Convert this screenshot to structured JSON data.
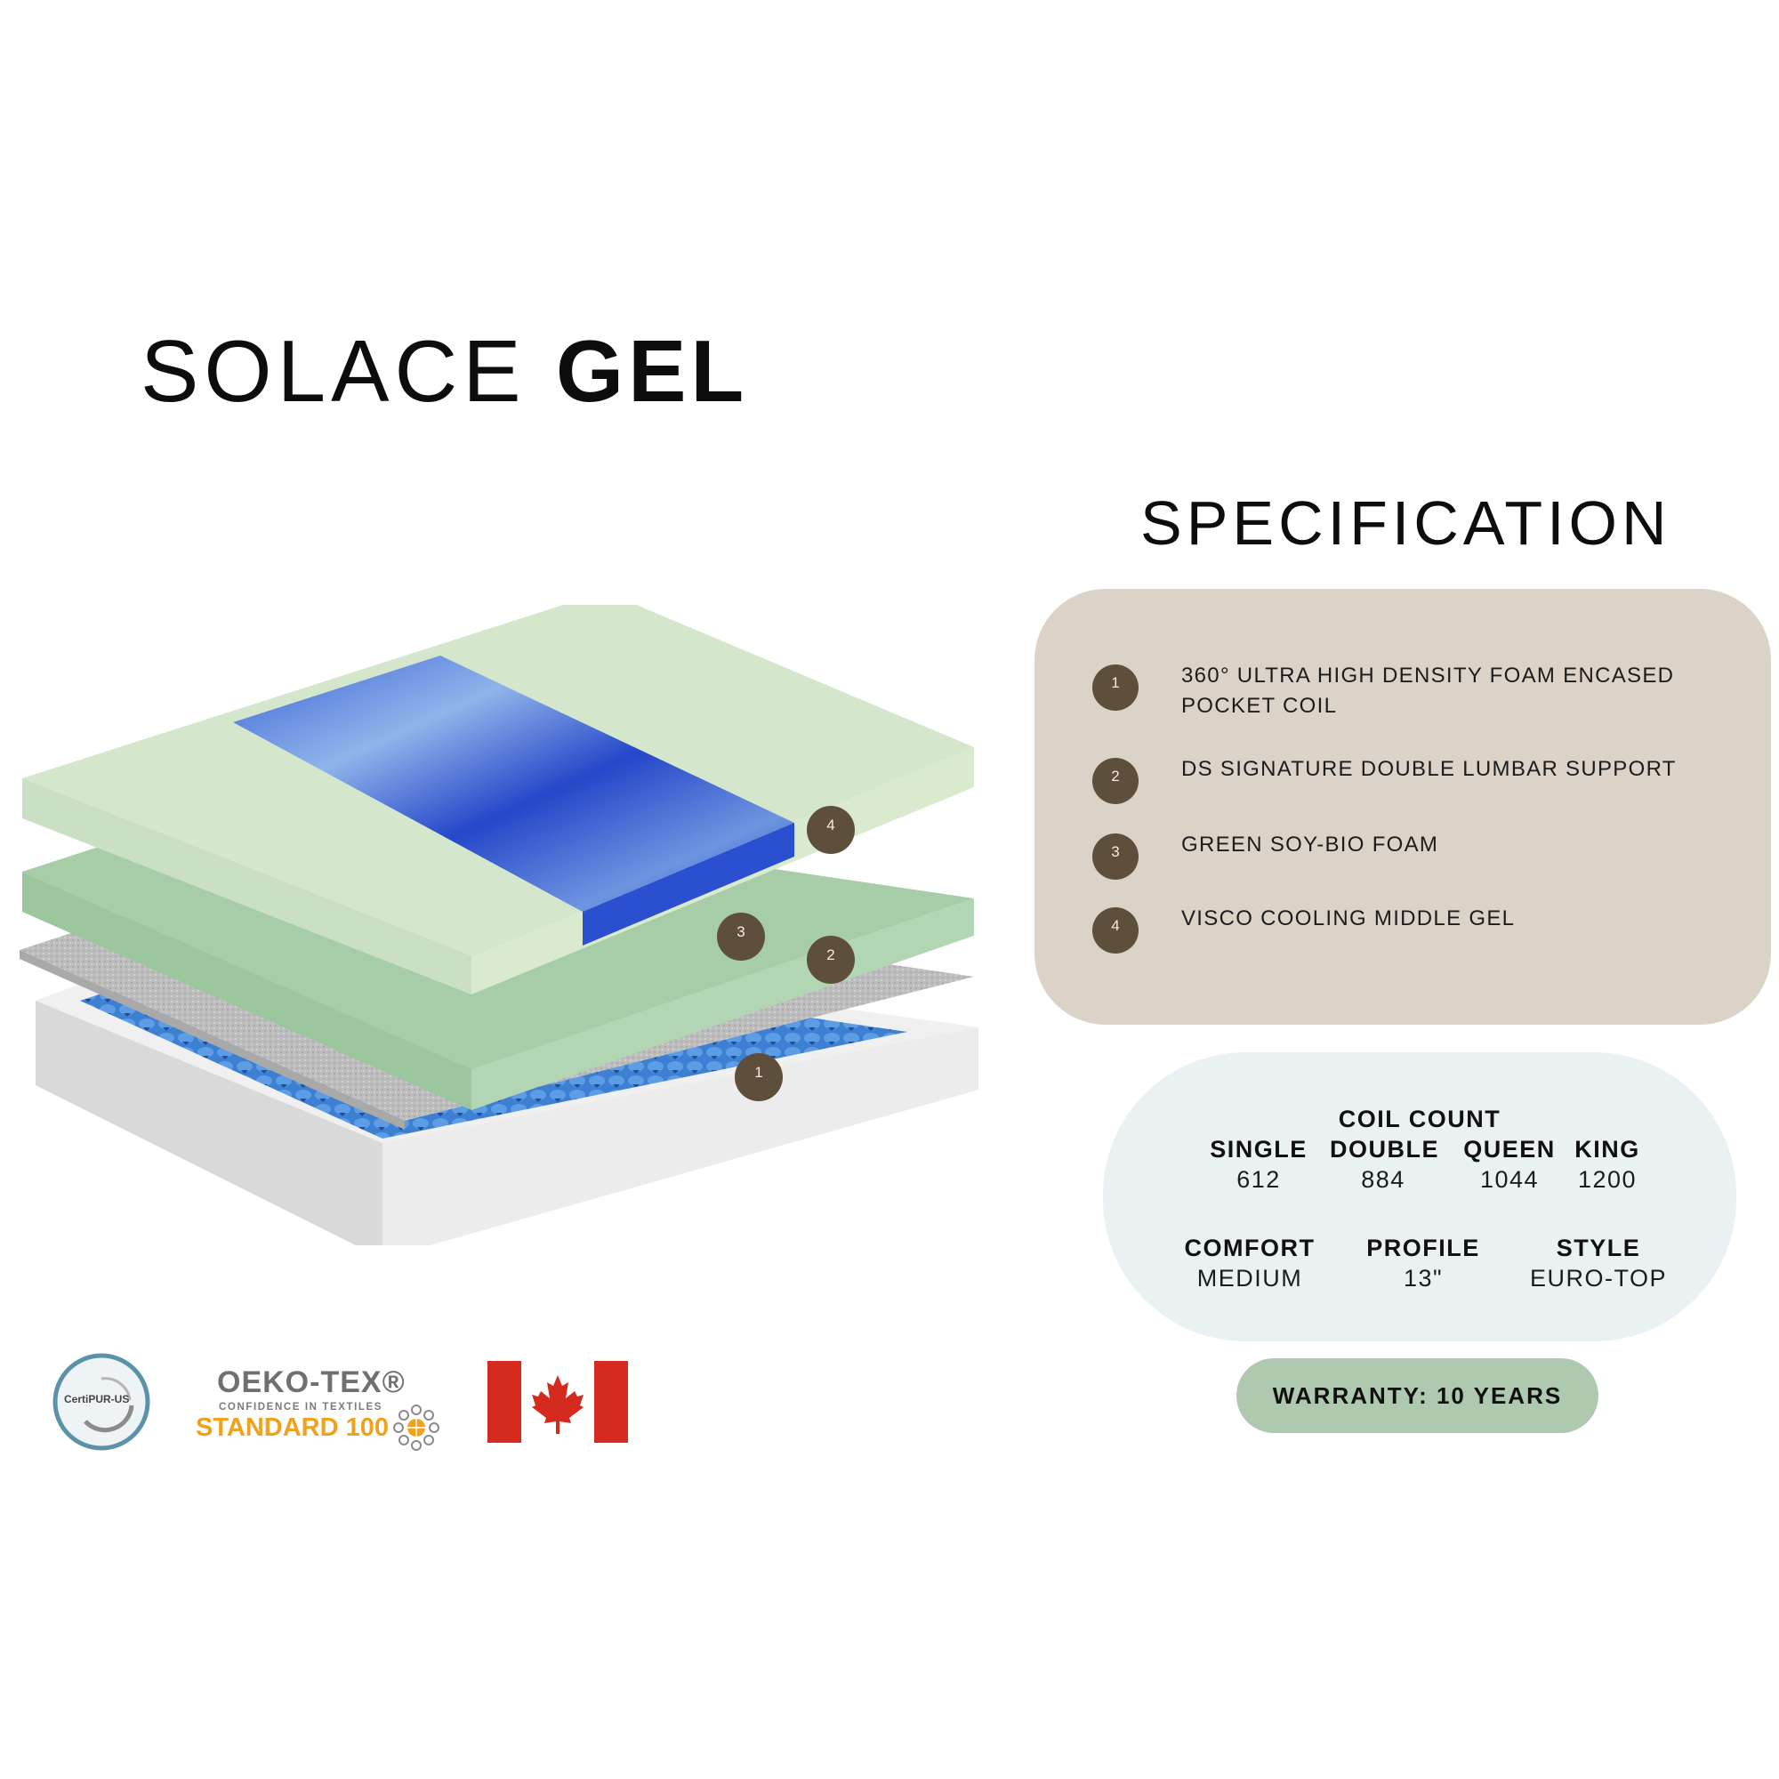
{
  "header": {
    "title_light": "SOLACE",
    "title_bold": "GEL"
  },
  "specification": {
    "title": "SPECIFICATION",
    "items": [
      {
        "number": "1",
        "text": "360° ULTRA HIGH DENSITY FOAM ENCASED POCKET COIL"
      },
      {
        "number": "2",
        "text": "DS SIGNATURE DOUBLE LUMBAR SUPPORT"
      },
      {
        "number": "3",
        "text": "GREEN SOY-BIO FOAM"
      },
      {
        "number": "4",
        "text": "VISCO COOLING MIDDLE GEL"
      }
    ]
  },
  "coil_count": {
    "title": "COIL COUNT",
    "sizes": [
      {
        "label": "SINGLE",
        "value": "612"
      },
      {
        "label": "DOUBLE",
        "value": "884"
      },
      {
        "label": "QUEEN",
        "value": "1044"
      },
      {
        "label": "KING",
        "value": "1200"
      }
    ]
  },
  "attributes": [
    {
      "label": "COMFORT",
      "value": "MEDIUM"
    },
    {
      "label": "PROFILE",
      "value": "13\""
    },
    {
      "label": "STYLE",
      "value": "EURO-TOP"
    }
  ],
  "warranty": {
    "label": "WARRANTY: 10 YEARS"
  },
  "illustration": {
    "layer_badges": [
      "1",
      "2",
      "3",
      "4"
    ]
  },
  "certifications": {
    "certipur": "CertiPUR-US",
    "oeko_name": "OEKO-TEX®",
    "oeko_tagline": "CONFIDENCE IN TEXTILES",
    "oeko_standard": "STANDARD 100",
    "flag": "canada-flag"
  },
  "colors": {
    "spec_panel": "#dbd2c8",
    "badge": "#5d4f3c",
    "coil_panel": "#e9f1f3",
    "warranty": "#afc9b1",
    "oeko_orange": "#f0a21c",
    "flag_red": "#d52b1e"
  }
}
